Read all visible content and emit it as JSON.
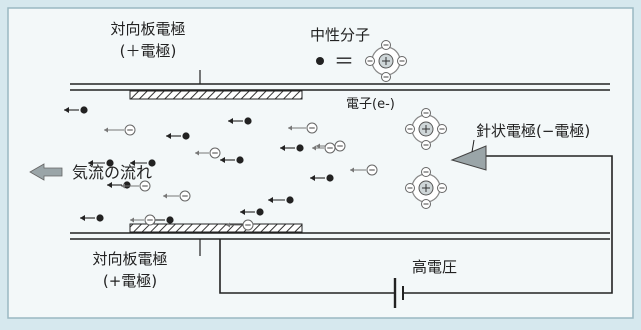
{
  "labels": {
    "electrode_top": "対向板電極",
    "electrode_top_sign": "(＋電極)",
    "neutral_molecule": "中性分子",
    "equals": "＝",
    "electron": "電子(e-)",
    "needle_electrode": "針状電極(−電極)",
    "airflow": "気流の流れ",
    "electrode_bottom": "対向板電極",
    "electrode_bottom_sign": "(+電極)",
    "high_voltage": "高電圧"
  },
  "symbols": {
    "electron_sign": "⊖",
    "molecule_core_sign": "⊕"
  },
  "colors": {
    "background": "#d6e8ee",
    "panel": "#f3f8f9",
    "line": "#222222",
    "electron": "#555555",
    "arrow_gray": "#888888"
  }
}
